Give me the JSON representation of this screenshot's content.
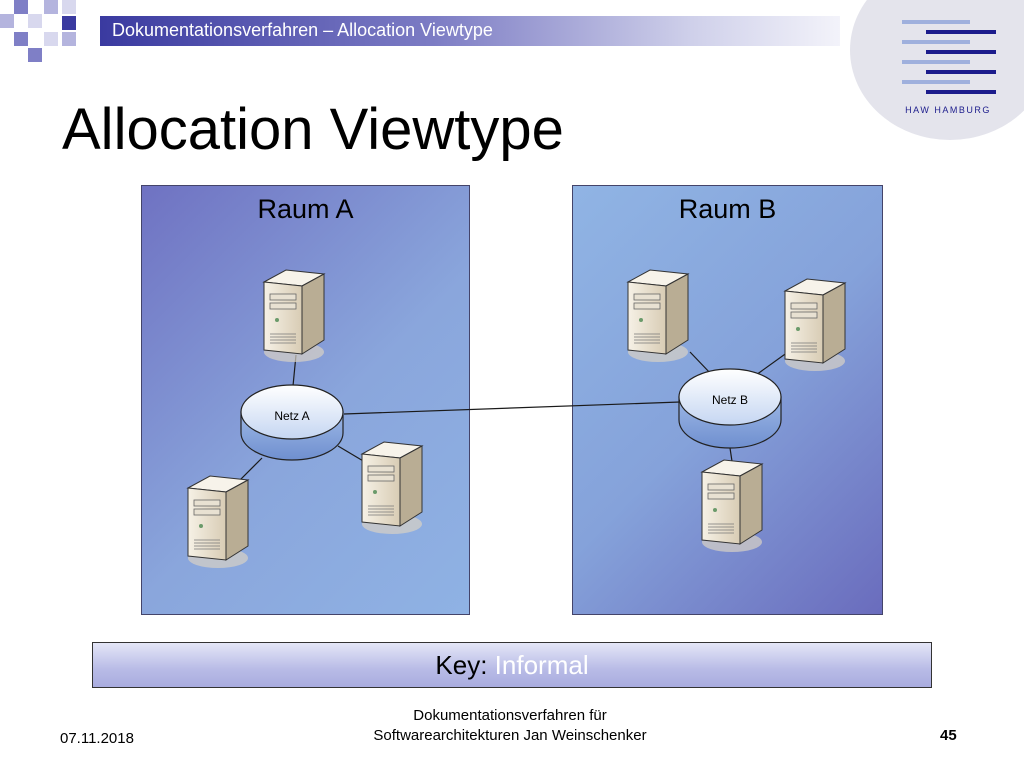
{
  "header": {
    "text": "Dokumentationsverfahren – Allocation Viewtype"
  },
  "logo": {
    "text": "HAW HAMBURG"
  },
  "slide": {
    "title": "Allocation Viewtype"
  },
  "rooms": [
    {
      "label": "Raum A"
    },
    {
      "label": "Raum B"
    }
  ],
  "networks": [
    {
      "label": "Netz A"
    },
    {
      "label": "Netz B"
    }
  ],
  "key": {
    "prefix": "Key:",
    "value": "Informal"
  },
  "footer": {
    "date": "07.11.2018",
    "line1": "Dokumentationsverfahren für",
    "line2": "Softwarearchitekturen Jan Weinschenker",
    "page": "45"
  },
  "colors": {
    "header_bar": "#3a3aa0",
    "room_a": "#8aa6dc",
    "room_b": "#85a2da",
    "network": "#c8d8f2",
    "server": "#efe8da",
    "key_box": "#b8bbe6"
  }
}
